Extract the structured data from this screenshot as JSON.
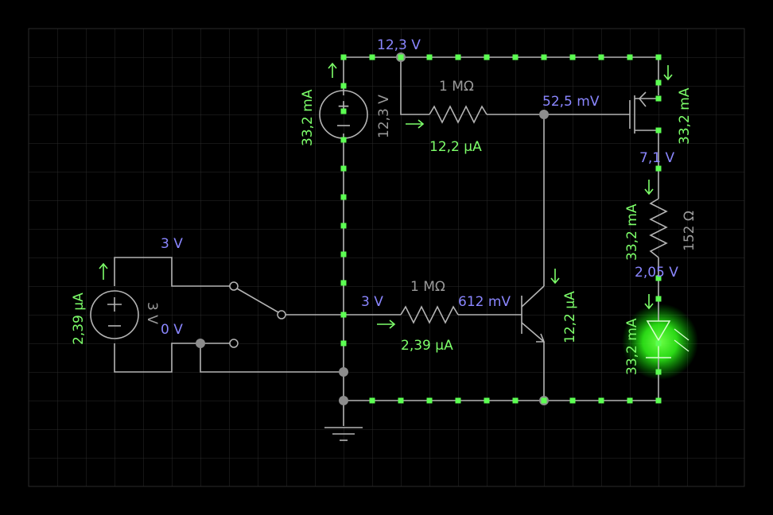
{
  "app": {
    "title": "Circuit simulator"
  },
  "colors": {
    "background": "#000000",
    "grid": "#2a2a2a",
    "wire": "#b4b4b4",
    "voltage_text": "#8a86ff",
    "current_text": "#7dff6a",
    "component_text": "#9a9a9a",
    "current_dot": "#5cff52",
    "led_glow": "#33ff1a"
  },
  "labels": {
    "top_node_voltage": "12,3 V",
    "battery_top_current": "33,2 mA",
    "battery_top_value": "12,3 V",
    "resistor_top_value": "1 MΩ",
    "resistor_top_current": "12,2 μA",
    "gate_voltage": "52,5 mV",
    "mosfet_current": "33,2 mA",
    "mosfet_source_voltage": "7,1 V",
    "resistor_152_current": "33,2 mA",
    "resistor_152_value": "152 Ω",
    "led_anode_voltage": "2,05 V",
    "led_current": "33,2 mA",
    "switch_top_voltage": "3 V",
    "battery_left_current": "2,39 μA",
    "battery_left_value": "3 V",
    "switch_bottom_voltage": "0 V",
    "base_wire_voltage": "3 V",
    "resistor_mid_value": "1 MΩ",
    "resistor_mid_current": "2,39 μA",
    "base_voltage": "612 mV",
    "collector_current": "12,2 μA"
  }
}
